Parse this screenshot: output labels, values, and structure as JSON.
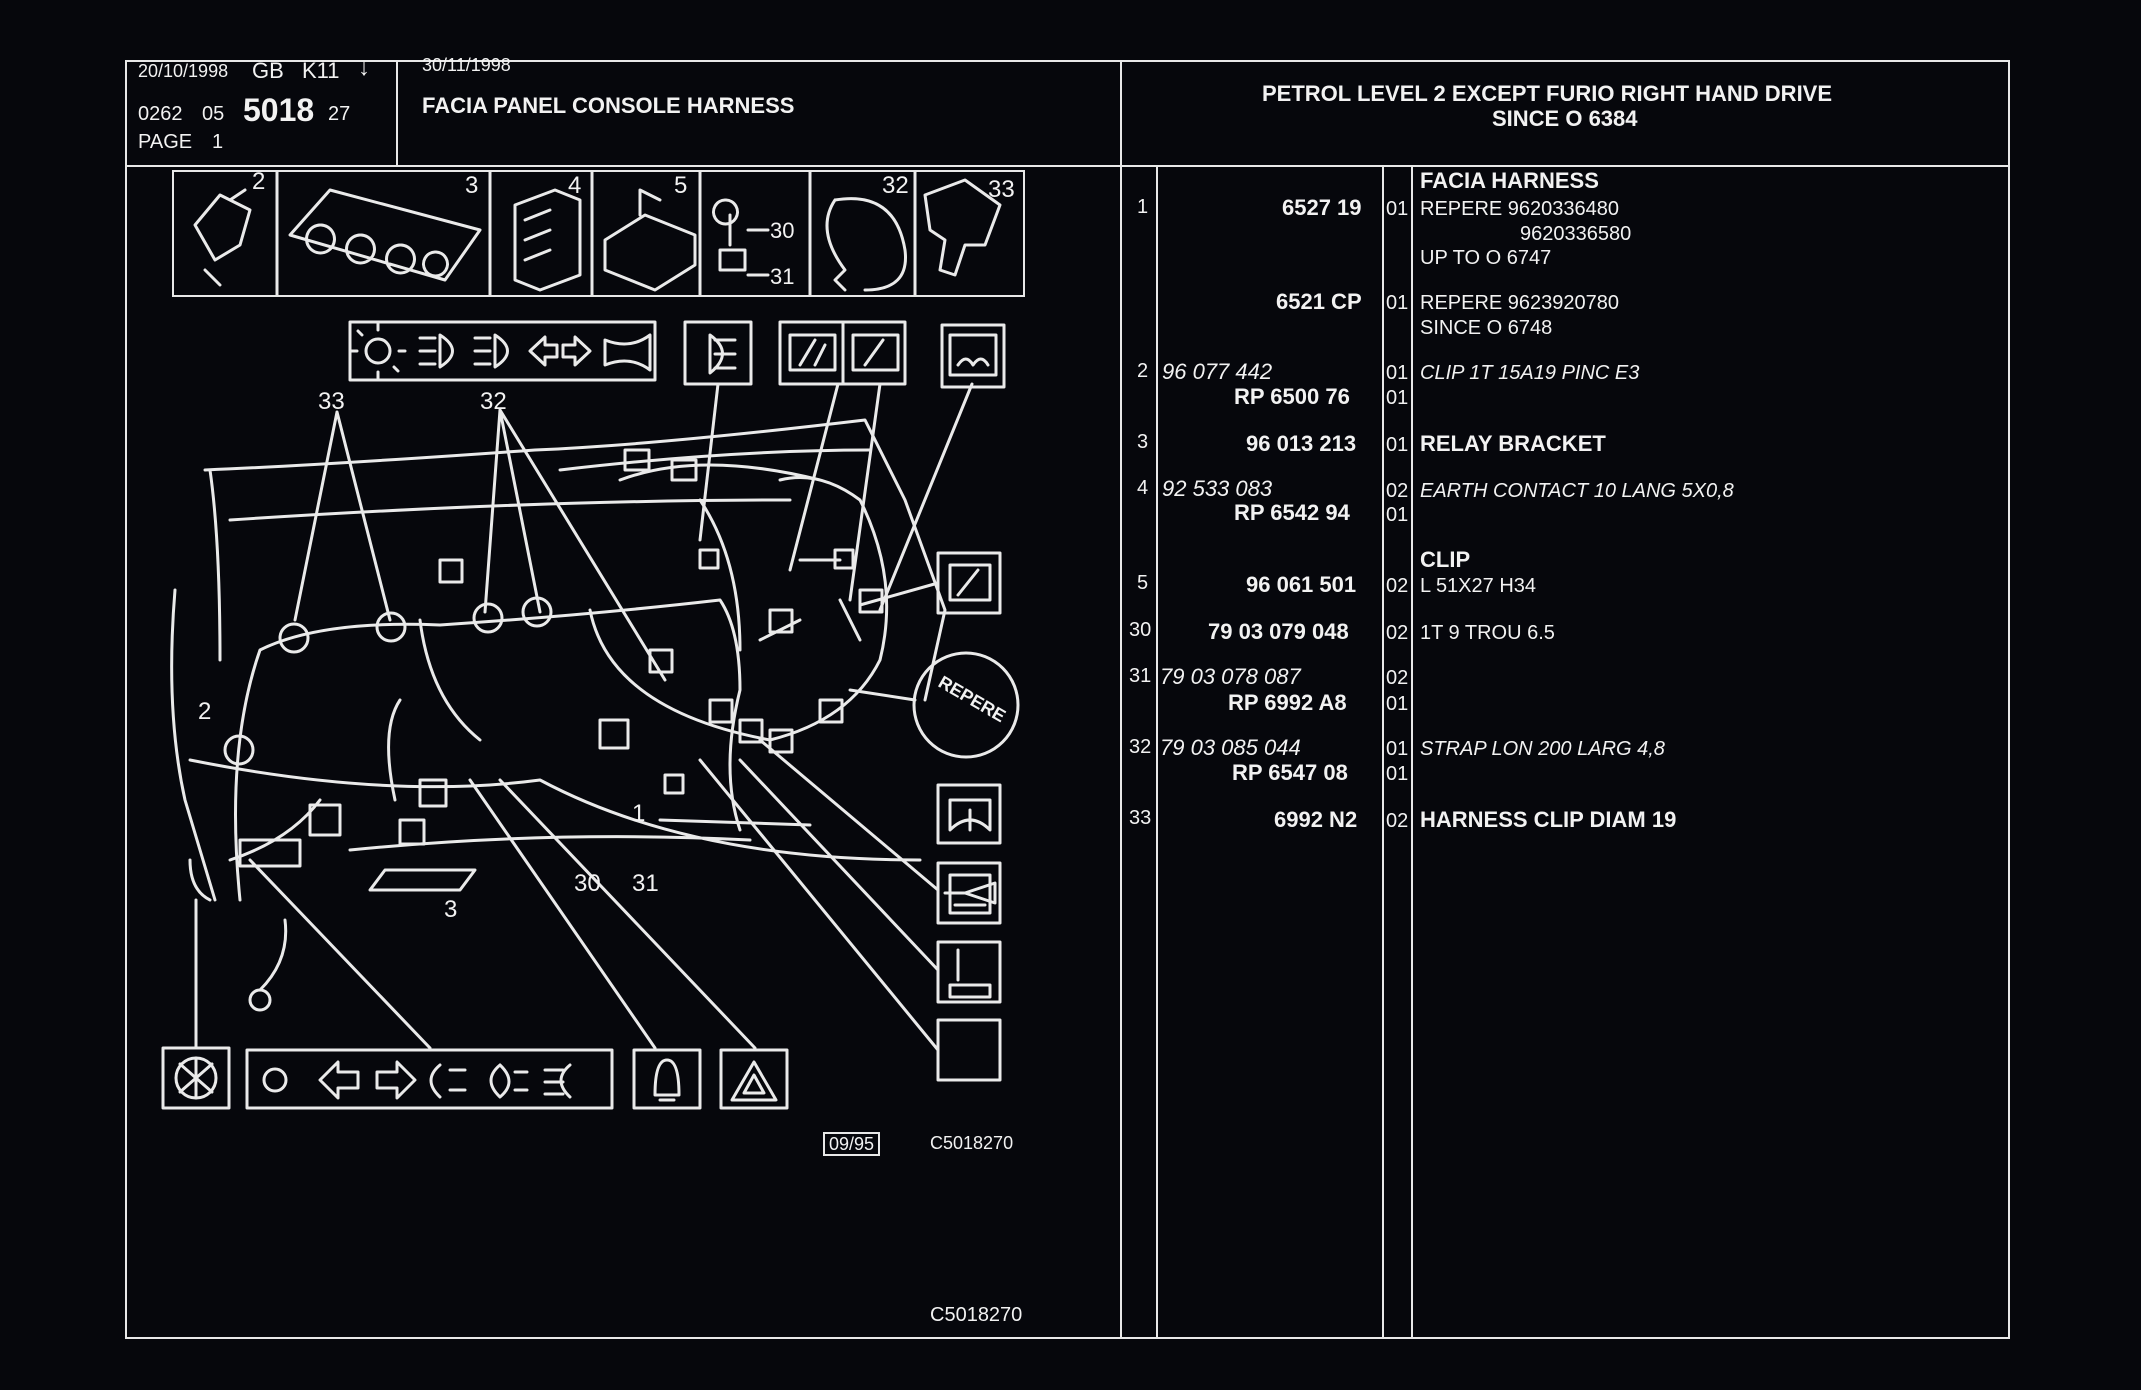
{
  "header": {
    "date_left": "20/10/1998",
    "country": "GB",
    "model": "K11",
    "arrow": "↓",
    "date_right": "30/11/1998",
    "ref_prefix": "0262",
    "ref_group": "05",
    "ref_main": "5018",
    "ref_suffix": "27",
    "page": "PAGE",
    "page_no": "1",
    "title": "FACIA PANEL CONSOLE HARNESS",
    "application_line1": "PETROL LEVEL 2 EXCEPT  FURIO RIGHT HAND DRIVE",
    "application_line2": "SINCE  O   6384"
  },
  "illustration": {
    "top_tiles": [
      "2",
      "3",
      "4",
      "5",
      "32",
      "33"
    ],
    "tile_sub_labels": [
      "30",
      "31"
    ],
    "callouts": [
      "33",
      "32",
      "2",
      "1",
      "3",
      "30",
      "31"
    ],
    "repere_tag": "REPERE",
    "code_small_box": "09/95",
    "code_small": "C5018270",
    "code_bottom": "C5018270",
    "icons": [
      "lights-panel-icon",
      "fog-lamp-icon",
      "windscreen-wipers-icon",
      "rear-demister-icon",
      "clock-icon",
      "repere-tag-icon",
      "rear-wiper-icon",
      "cigar-lighter-icon",
      "glovebox-light-icon",
      "rear-foglamp-switch-icon",
      "heater-fan-icon",
      "indicator-lights-panel-icon",
      "horn-icon",
      "hazard-warning-icon"
    ]
  },
  "parts": [
    {
      "item": "1",
      "lines": [
        {
          "ref": "6527 19",
          "qty": "01",
          "desc": "REPERE  9620336480",
          "ref_bold": true
        },
        {
          "ref": "",
          "qty": "",
          "desc": "               9620336580"
        },
        {
          "ref": "",
          "qty": "",
          "desc": "UP  TO  O  6747"
        },
        {
          "ref": "6521 CP",
          "qty": "01",
          "desc": "REPERE  9623920780",
          "ref_bold": true
        },
        {
          "ref": "",
          "qty": "",
          "desc": "SINCE  O  6748"
        }
      ],
      "heading": "FACIA HARNESS"
    },
    {
      "item": "2",
      "lines": [
        {
          "ref": "96 077 442",
          "qty": "01",
          "desc": "CLIP 1T 15A19 PINC E3",
          "italic": true
        },
        {
          "ref": "RP  6500 76",
          "qty": "01",
          "desc": "",
          "ref_bold": true
        }
      ]
    },
    {
      "item": "3",
      "lines": [
        {
          "ref": "96 013 213",
          "qty": "01",
          "desc": "RELAY BRACKET",
          "ref_bold": true,
          "desc_bold": true
        }
      ]
    },
    {
      "item": "4",
      "lines": [
        {
          "ref": "92 533 083",
          "qty": "02",
          "desc": "EARTH CONTACT 10 LANG 5X0,8",
          "italic": true
        },
        {
          "ref": "RP  6542 94",
          "qty": "01",
          "desc": "",
          "ref_bold": true
        }
      ]
    },
    {
      "item": "5",
      "heading": "CLIP",
      "lines": [
        {
          "ref": "96 061 501",
          "qty": "02",
          "desc": "L 51X27 H34",
          "ref_bold": true
        }
      ]
    },
    {
      "item": "30",
      "lines": [
        {
          "ref": "79 03 079 048",
          "qty": "02",
          "desc": "1T 9 TROU 6.5",
          "ref_bold": true
        }
      ]
    },
    {
      "item": "31",
      "lines": [
        {
          "ref": "79 03 078 087",
          "qty": "02",
          "desc": "",
          "italic": true
        },
        {
          "ref": "RP  6992 A8",
          "qty": "01",
          "desc": "",
          "ref_bold": true
        }
      ]
    },
    {
      "item": "32",
      "lines": [
        {
          "ref": "79 03 085 044",
          "qty": "01",
          "desc": "STRAP LON 200 LARG 4,8",
          "italic": true
        },
        {
          "ref": "RP  6547 08",
          "qty": "01",
          "desc": "",
          "ref_bold": true
        }
      ]
    },
    {
      "item": "33",
      "lines": [
        {
          "ref": "6992 N2",
          "qty": "02",
          "desc": "HARNESS CLIP DIAM 19",
          "ref_bold": true,
          "desc_bold": true
        }
      ]
    }
  ],
  "colors": {
    "background": "#06070c",
    "ink": "#f2f2f2"
  }
}
